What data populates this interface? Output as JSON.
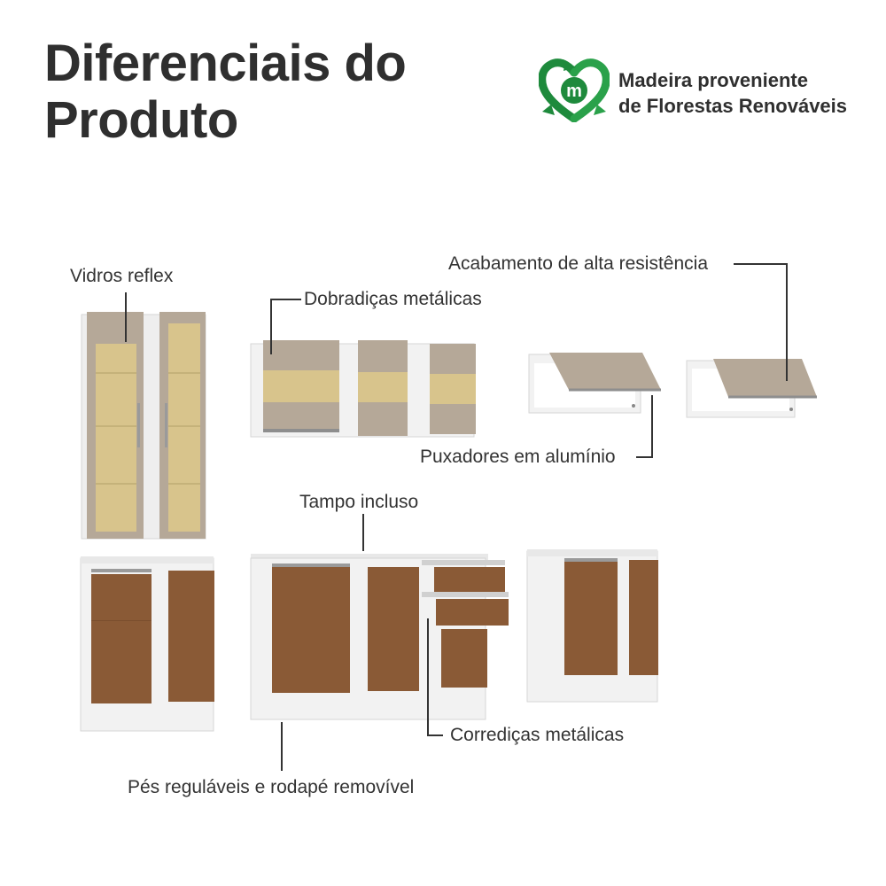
{
  "header": {
    "title_line1": "Diferenciais do",
    "title_line2": "Produto"
  },
  "eco_badge": {
    "icon": "recycle-heart-icon",
    "logo_letter": "m",
    "line1": "Madeira proveniente",
    "line2": "de Florestas Renováveis",
    "color": "#1e8a3c"
  },
  "callouts": {
    "vidros": "Vidros reflex",
    "dobradicas": "Dobradiças metálicas",
    "acabamento": "Acabamento de alta resistência",
    "puxadores": "Puxadores em alumínio",
    "tampo": "Tampo incluso",
    "corredicas": "Corrediças metálicas",
    "pes": "Pés reguláveis e rodapé removível"
  },
  "colors": {
    "wood": "#8a5a36",
    "taupe": "#b5a898",
    "glass": "#d8c48c",
    "carcass": "#f2f2f2"
  }
}
